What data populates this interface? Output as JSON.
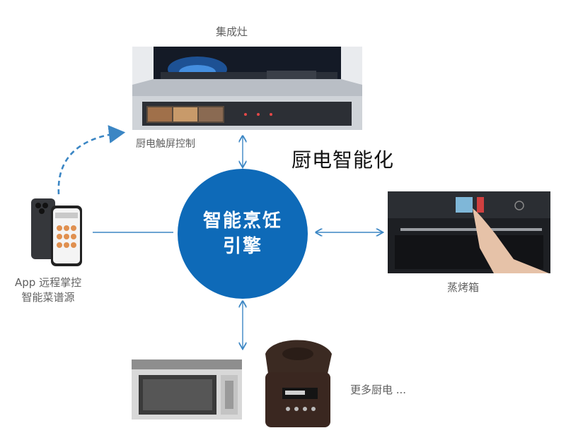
{
  "title": "厨电智能化",
  "hub": {
    "line1": "智能烹饪",
    "line2": "引擎"
  },
  "nodes": {
    "stove": {
      "label": "集成灶",
      "sublabel": "厨电触屏控制"
    },
    "oven": {
      "label": "蒸烤箱"
    },
    "app": {
      "line1": "App 远程掌控",
      "line2": "智能菜谱源"
    },
    "more": {
      "label": "更多厨电 ..."
    }
  },
  "colors": {
    "hub": "#0e6ab8",
    "connector": "#3b86c4",
    "text": "#606060"
  }
}
